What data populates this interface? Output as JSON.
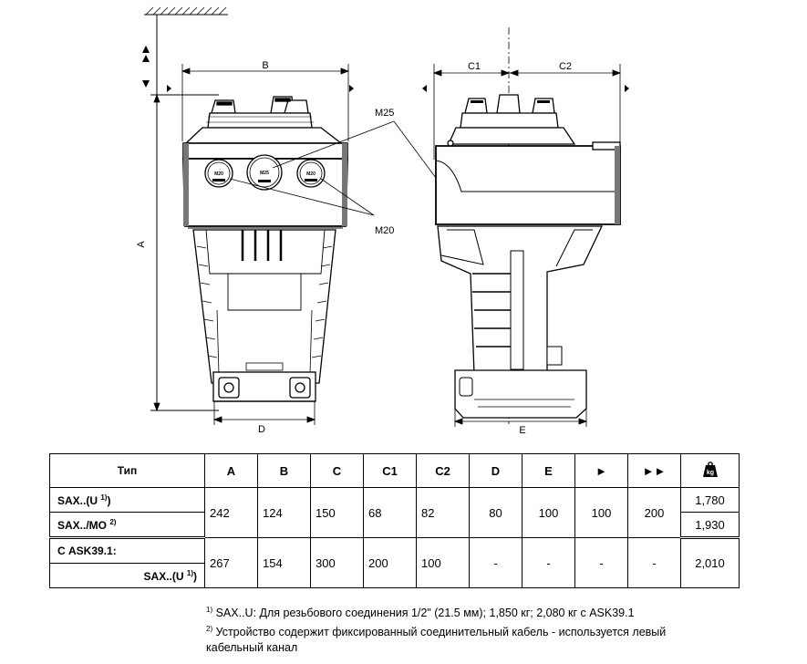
{
  "drawing": {
    "labels": {
      "A": "A",
      "B": "B",
      "C1": "C1",
      "C2": "C2",
      "D": "D",
      "E": "E",
      "M25": "M25",
      "M20": "M20",
      "port_m20_left": "M20",
      "port_m25": "M25",
      "port_m20_right": "M20"
    }
  },
  "table": {
    "headers": {
      "type": "Тип",
      "A": "A",
      "B": "B",
      "C": "C",
      "C1": "C1",
      "C2": "C2",
      "D": "D",
      "E": "E",
      "arrow1": "►",
      "arrow2": "►►",
      "weight_icon": "kg"
    },
    "rows": {
      "sax_u": {
        "name": "SAX..(U ",
        "note": "1)",
        "close": ")",
        "weight": "1,780"
      },
      "sax_mo": {
        "name": "SAX../MO ",
        "note": "2)",
        "weight": "1,930"
      },
      "group1": {
        "A": "242",
        "B": "124",
        "C": "150",
        "C1": "68",
        "C2": "82",
        "D": "80",
        "E": "100",
        "arrow1": "100",
        "arrow2": "200"
      },
      "ask": {
        "name": "С ASK39.1:"
      },
      "ask_sax": {
        "name": "SAX..(U ",
        "note": "1)",
        "close": ")",
        "weight": "2,010"
      },
      "group2": {
        "A": "267",
        "B": "154",
        "C": "300",
        "C1": "200",
        "C2": "100",
        "D": "-",
        "E": "-",
        "arrow1": "-",
        "arrow2": "-"
      }
    }
  },
  "footnotes": {
    "note1_mark": "1)",
    "note1_text": " SAX..U: Для резьбового соединения 1/2\" (21.5 мм); 1,850 кг; 2,080 кг с ASK39.1",
    "note2_mark": "2)",
    "note2_text_line1": " Устройство содержит фиксированный соединительный кабель - используется левый",
    "note2_text_line2": "кабельный канал"
  }
}
